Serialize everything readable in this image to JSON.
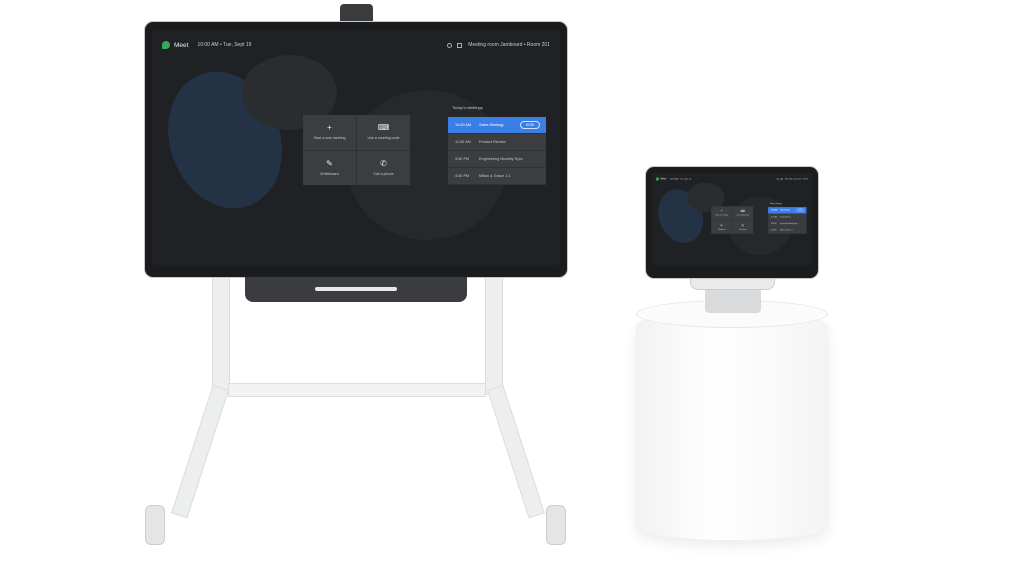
{
  "large": {
    "app_name": "Meet",
    "datetime": "10:00 AM • Tue, Sept 19",
    "room": "Meeting room Jamboard • Room 201"
  },
  "small": {
    "app_name": "Meet",
    "datetime": "10:00 AM • Tue, Sept 19",
    "room": "Meeting room 201 • 2nd Fl"
  },
  "tiles": [
    {
      "label": "Start a new meeting",
      "icon": "plus-icon"
    },
    {
      "label": "Use a meeting code",
      "icon": "keyboard-icon"
    },
    {
      "label": "Whiteboard",
      "icon": "pen-icon"
    },
    {
      "label": "Call a phone",
      "icon": "phone-icon"
    }
  ],
  "meetings_title": "Today's meetings",
  "now_label": "NOW",
  "meetings": [
    {
      "time": "10:00 AM",
      "name": "Sales Strategy",
      "active": true
    },
    {
      "time": "11:30 AM",
      "name": "Product Review"
    },
    {
      "time": "3:30 PM",
      "name": "Engineering Monthly Sync"
    },
    {
      "time": "4:30 PM",
      "name": "Milton & Grace 1:1"
    }
  ],
  "colors": {
    "accent": "#3b7fe6",
    "screen_bg": "#202124"
  }
}
